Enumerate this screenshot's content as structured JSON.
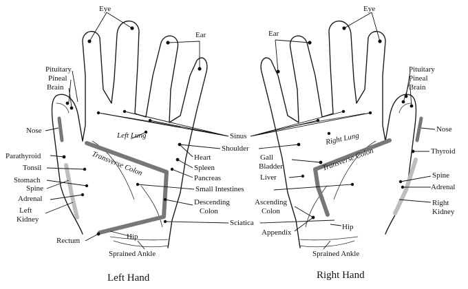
{
  "colors": {
    "colon_band": "#777777",
    "spine_band": "#bdbdbd",
    "outline": "#1a1a1a",
    "label": "#111111"
  },
  "left_hand": {
    "title": "Left Hand",
    "labels": {
      "eye": "Eye",
      "ear": "Ear",
      "pituitary": "Pituitary",
      "pineal": "Pineal",
      "brain": "Brain",
      "nose": "Nose",
      "left_lung": "Left Lung",
      "transverse_colon": "Transverse Colon",
      "parathyroid": "Parathyroid",
      "tonsil": "Tonsil",
      "stomach": "Stomach",
      "spine": "Spine",
      "adrenal": "Adrenal",
      "left": "Left",
      "kidney": "Kidney",
      "rectum": "Rectum",
      "hip": "Hip",
      "sprained_ankle": "Sprained Ankle"
    }
  },
  "shared_labels": {
    "sinus": "Sinus",
    "shoulder": "Shoulder",
    "heart": "Heart",
    "spleen": "Spleen",
    "pancreas": "Pancreas",
    "small_intestines": "Small Intestines",
    "descending": "Descending",
    "colon": "Colon",
    "sciatica": "Sciatica"
  },
  "right_hand": {
    "title": "Right Hand",
    "labels": {
      "eye": "Eye",
      "ear": "Ear",
      "pituitary": "Pituitary",
      "pineal": "Pineal",
      "brain": "Brain",
      "nose": "Nose",
      "thyroid": "Thyroid",
      "right_lung": "Right Lung",
      "transverse_colon": "Transverse Colon",
      "gall": "Gall",
      "bladder": "Bladder",
      "liver": "Liver",
      "ascending": "Ascending",
      "colon": "Colon",
      "appendix": "Appendix",
      "hip": "Hip",
      "spine": "Spine",
      "adrenal": "Adrenal",
      "right": "Right",
      "kidney": "Kidney",
      "sprained_ankle": "Sprained Ankle"
    }
  }
}
